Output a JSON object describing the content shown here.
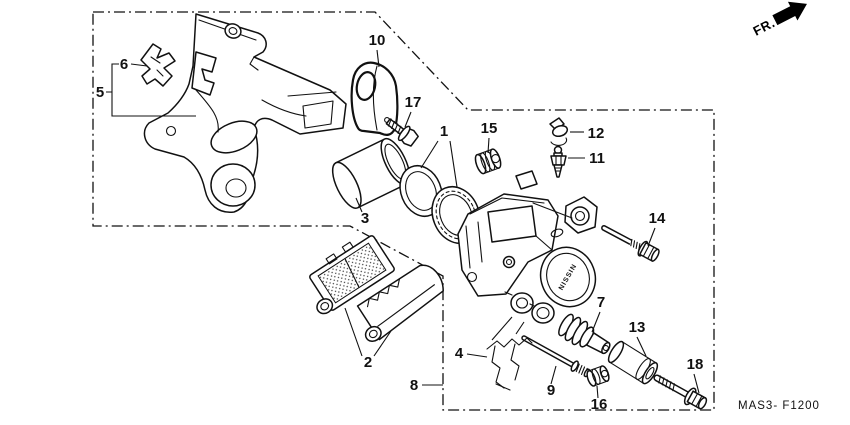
{
  "diagram": {
    "direction_label": "FR.",
    "part_code": "MAS3- F1200",
    "caliper_face_text": "NISSIN",
    "callouts": {
      "c1": "1",
      "c2": "2",
      "c3": "3",
      "c4": "4",
      "c5": "5",
      "c6": "6",
      "c7": "7",
      "c8": "8",
      "c9": "9",
      "c10": "10",
      "c11": "11",
      "c12": "12",
      "c13": "13",
      "c14": "14",
      "c15": "15",
      "c16": "16",
      "c17": "17",
      "c18": "18"
    },
    "colors": {
      "ink": "#111111",
      "background": "#ffffff"
    }
  }
}
